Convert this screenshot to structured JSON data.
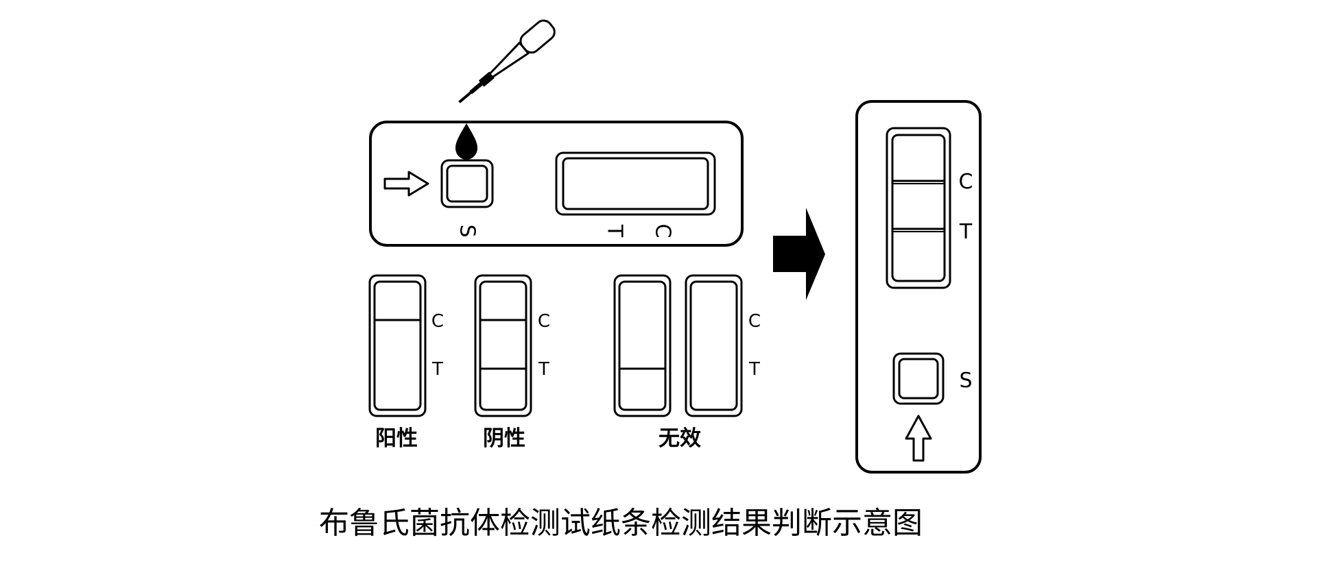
{
  "labels": {
    "s": "S",
    "c": "C",
    "t": "T"
  },
  "results": {
    "positive": "阳性",
    "negative": "阴性",
    "invalid": "无效"
  },
  "title": "布鲁氏菌抗体检测试纸条检测结果判断示意图",
  "colors": {
    "ink": "#000000",
    "paper": "#ffffff"
  }
}
